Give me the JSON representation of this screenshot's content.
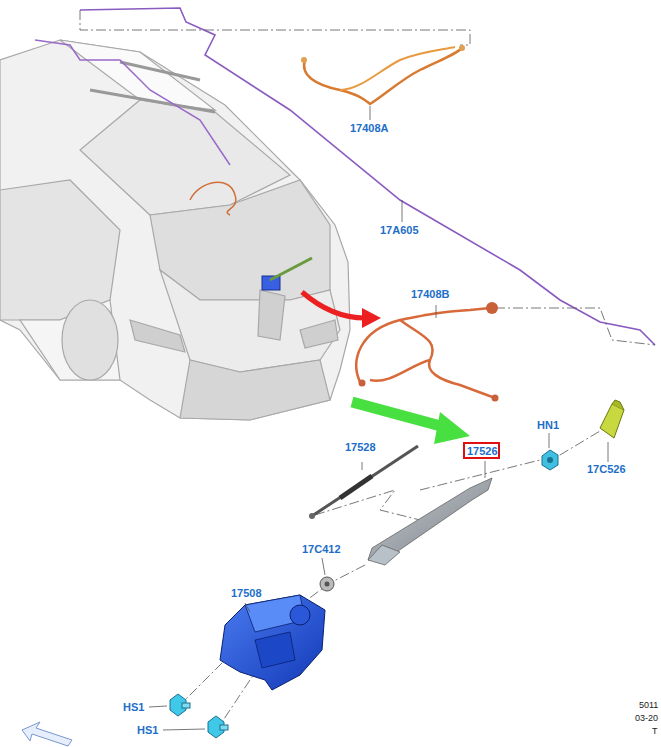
{
  "diagram": {
    "nodes": [
      {
        "text": [
          "17526"
        ]
      }
    ],
    "labels": [
      "17408A",
      "17A605",
      "17408B",
      "17528",
      "HN1",
      "17C526",
      "17C412",
      "17508",
      "HS1",
      "HS1",
      "5011",
      "03-20",
      "T"
    ]
  }
}
